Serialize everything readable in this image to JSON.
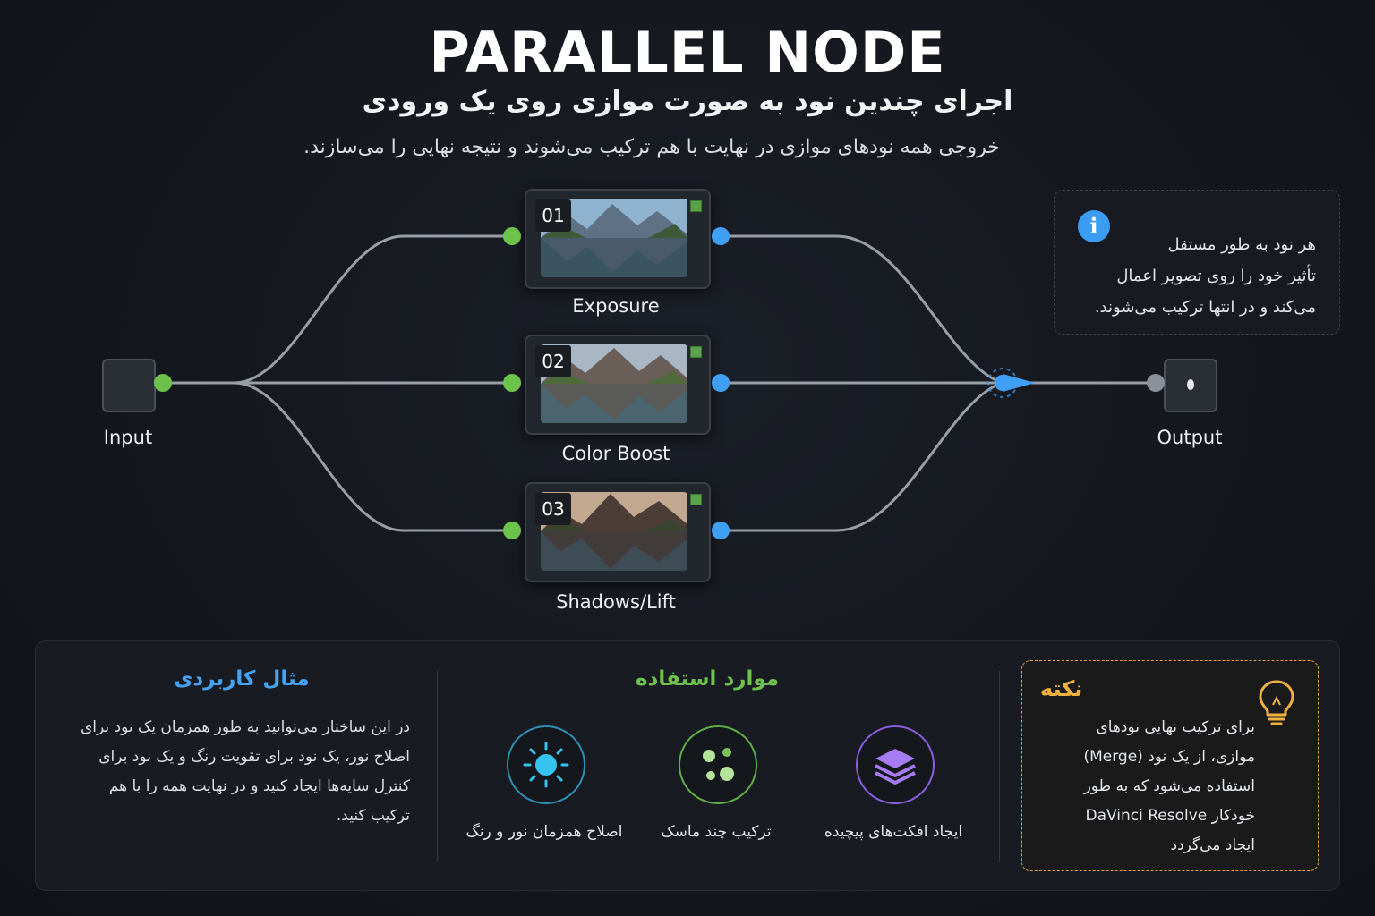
{
  "header": {
    "title": "PARALLEL NODE",
    "subtitle": "اجرای چندین نود به صورت موازی روی یک ورودی",
    "description": "خروجی همه نودهای موازی در نهایت با هم ترکیب می‌شوند و نتیجه نهایی را می‌سازند."
  },
  "graph": {
    "input_label": "Input",
    "output_label": "Output",
    "nodes": [
      {
        "number": "01",
        "label": "Exposure"
      },
      {
        "number": "02",
        "label": "Color Boost"
      },
      {
        "number": "03",
        "label": "Shadows/Lift"
      }
    ],
    "colors": {
      "input_port": "#6cc24a",
      "output_port": "#3fa0f5",
      "wire": "#9a9ea6"
    }
  },
  "info": {
    "icon": "info-icon",
    "lines": [
      "هر نود به طور مستقل",
      "تأثیر خود را روی تصویر اعمال",
      "می‌کند و در انتها ترکیب می‌شوند."
    ]
  },
  "example": {
    "title": "مثال کاربردی",
    "lines": [
      "در این ساختار می‌توانید به طور همزمان یک نود برای",
      "اصلاح نور، یک نود برای تقویت رنگ و یک نود برای",
      "کنترل سایه‌ها ایجاد کنید و در نهایت همه را با هم",
      "ترکیب کنید."
    ]
  },
  "uses": {
    "title": "موارد استفاده",
    "items": [
      {
        "icon": "sun-icon",
        "label": "اصلاح همزمان نور و رنگ"
      },
      {
        "icon": "mask-blobs-icon",
        "label": "ترکیب چند ماسک"
      },
      {
        "icon": "layers-icon",
        "label": "ایجاد افکت‌های پیچیده"
      }
    ]
  },
  "tip": {
    "title": "نکته",
    "icon": "lightbulb-icon",
    "lines": [
      "برای ترکیب نهایی نودهای",
      "موازی، از یک نود (Merge)",
      "استفاده می‌شود که به طور",
      "خودکار DaVinci Resolve",
      "ایجاد می‌گردد"
    ]
  }
}
